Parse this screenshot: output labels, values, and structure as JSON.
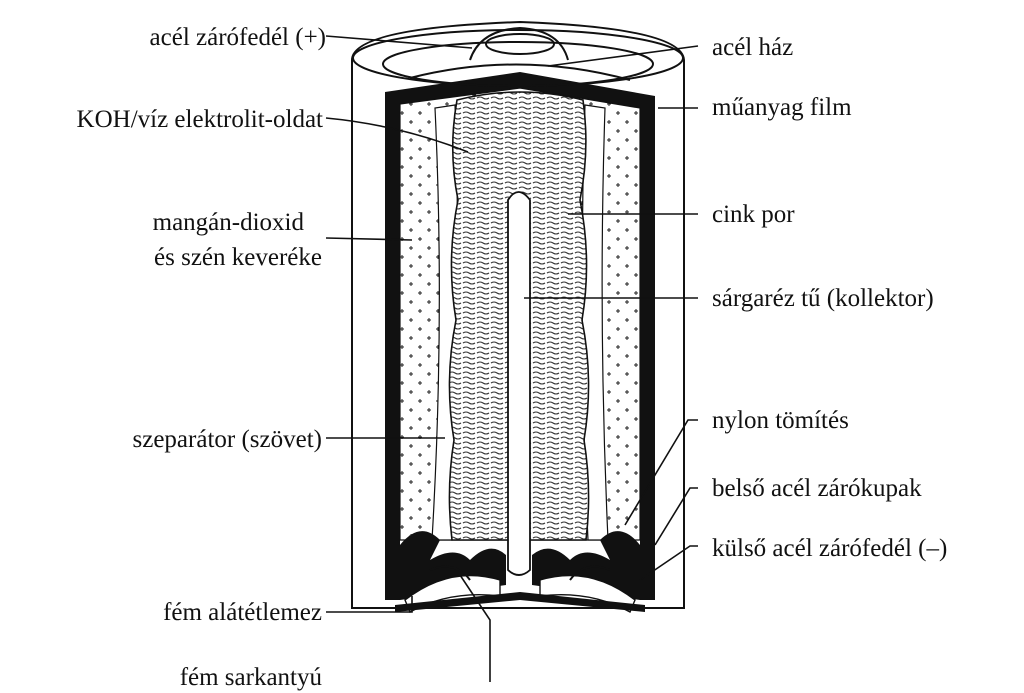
{
  "labels": {
    "acel_zarofedel_plus": "acél zárófedél (+)",
    "koh_electrolyte": "KOH/víz elektrolit-oldat",
    "mangan_line1": "mangán-dioxid",
    "mangan_line2": "és szén keveréke",
    "separator": "szeparátor (szövet)",
    "fem_alatetlemez": "fém alátétlemez",
    "fem_sarkantyu": "fém sarkantyú",
    "acel_haz": "acél ház",
    "muanyag_film": "műanyag film",
    "cink_por": "cink por",
    "sargarez_tu": "sárgaréz tű (kollektor)",
    "nylon_tomites": "nylon tömítés",
    "belso_acel_zarokupak": "belső acél zárókupak",
    "kulso_acel_zarofedel_minus": "külső acél zárófedél (–)"
  },
  "colors": {
    "ink": "#111111",
    "background": "#ffffff"
  }
}
